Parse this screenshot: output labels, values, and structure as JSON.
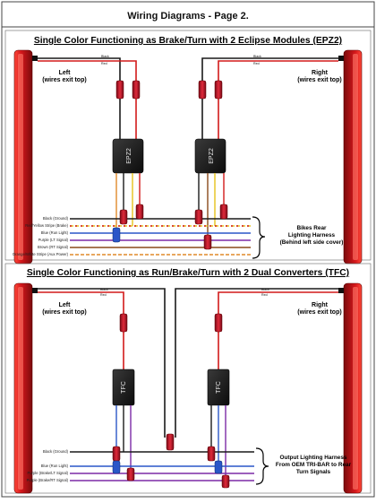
{
  "header": {
    "title": "Wiring Diagrams - Page 2."
  },
  "sections": [
    {
      "title": "Single Color Functioning as Brake/Turn with 2 Eclipse Modules (EPZ2)",
      "left_label": [
        "Left",
        "(wires exit top)"
      ],
      "right_label": [
        "Right",
        "(wires exit top)"
      ],
      "module_label": "EPZ2",
      "wire_tags": [
        "Black",
        "Red",
        "Black",
        "Red"
      ],
      "harness_wires": [
        "Black (Ground)",
        "Red/Yellow Stripe (Brake)",
        "Blue (Run Light)",
        "Purple (LT Signal)",
        "Brown (RT Signal)",
        "Orange/White Stripe (Aux Power)"
      ],
      "harness_label": [
        "Bikes Rear",
        "Lighting Harness",
        "(Behind left side cover)"
      ]
    },
    {
      "title": "Single Color Functioning as Run/Brake/Turn with 2 Dual Converters (TFC)",
      "left_label": [
        "Left",
        "(wires exit top)"
      ],
      "right_label": [
        "Right",
        "(wires exit top)"
      ],
      "module_label": "TFC",
      "wire_tags": [
        "Black",
        "Red",
        "Black",
        "Red"
      ],
      "harness_wires": [
        "Black (Ground)",
        "Blue (Run Light)",
        "Purple (Brake/LT Signal)",
        "Purple (Brake/RT Signal)"
      ],
      "harness_label": [
        "Output Lighting Harness",
        "From OEM TRI-BAR to Rear",
        "Turn Signals"
      ]
    }
  ],
  "colors": {
    "black_wire": "#1a1a1a",
    "red_wire": "#d21a1a",
    "blue_wire": "#2a56c8",
    "purple_wire": "#7b2aa6",
    "brown_wire": "#8a4a1a",
    "orange_wire": "#e08a2a",
    "yellow_wire": "#e5c21a",
    "lamp_red": "#c8181c",
    "module_black": "#151515",
    "connector_red": "#c0142a"
  },
  "icons": [
    "tail-lamp",
    "bullet-connector",
    "module-box",
    "harness-bracket"
  ]
}
